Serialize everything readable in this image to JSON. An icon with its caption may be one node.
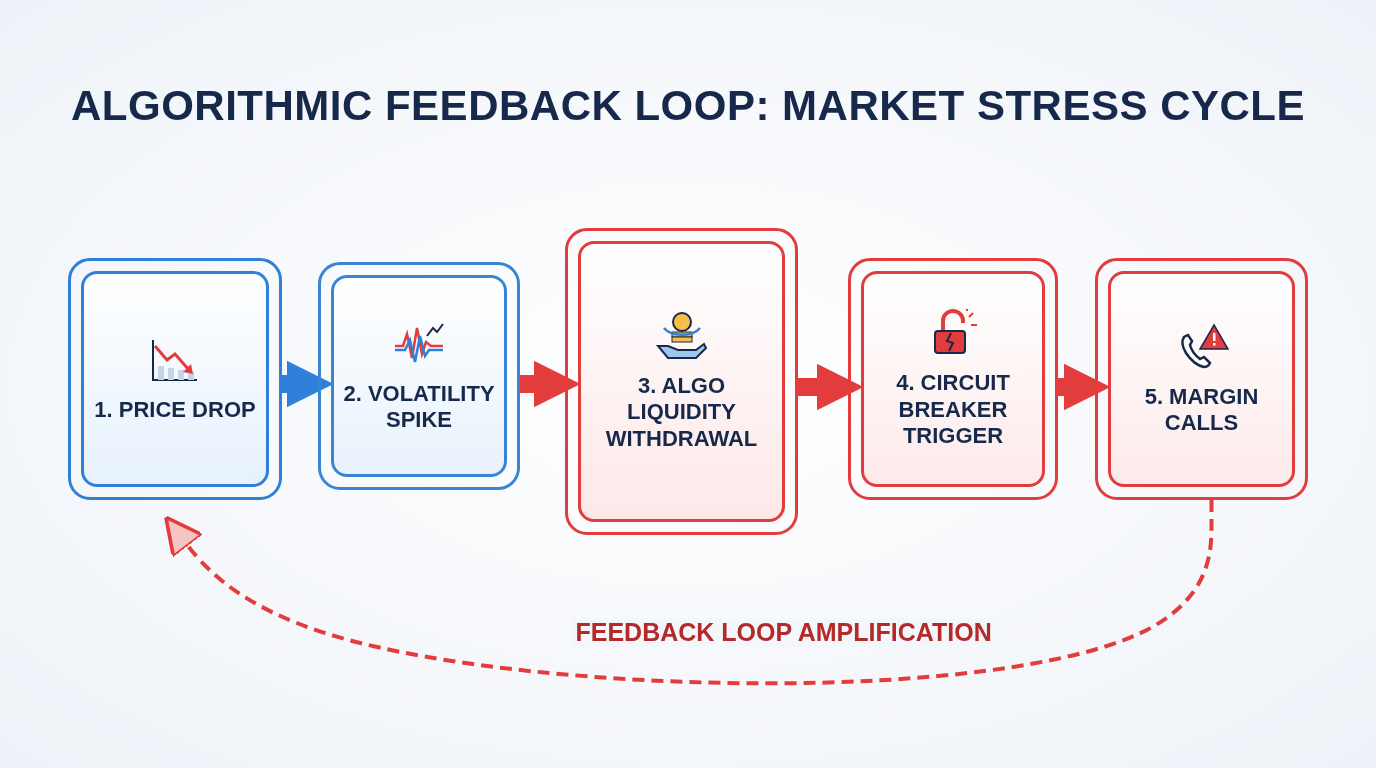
{
  "diagram": {
    "title": "ALGORITHMIC FEEDBACK LOOP: MARKET STRESS CYCLE",
    "nodes": [
      {
        "text": [
          "1. PRICE DROP"
        ]
      },
      {
        "text": [
          "2. VOLATILITY SPIKE"
        ]
      },
      {
        "text": [
          "3. ALGO LIQUIDITY WITHDRAWAL"
        ]
      },
      {
        "text": [
          "4. CIRCUIT BREAKER TRIGGER"
        ]
      },
      {
        "text": [
          "5. MARGIN CALLS"
        ]
      }
    ],
    "edges": [
      {
        "from": 0,
        "to": 1,
        "arrow": "to",
        "color": "#2f80d8"
      },
      {
        "from": 1,
        "to": 2,
        "arrow": "to"
      },
      {
        "from": 2,
        "to": 3,
        "arrow": "to"
      },
      {
        "from": 3,
        "to": 4,
        "arrow": "to"
      },
      {
        "from": 4,
        "to": 0,
        "arrow": "to",
        "style": "dashed",
        "label": "FEEDBACK LOOP AMPLIFICATION"
      }
    ]
  }
}
